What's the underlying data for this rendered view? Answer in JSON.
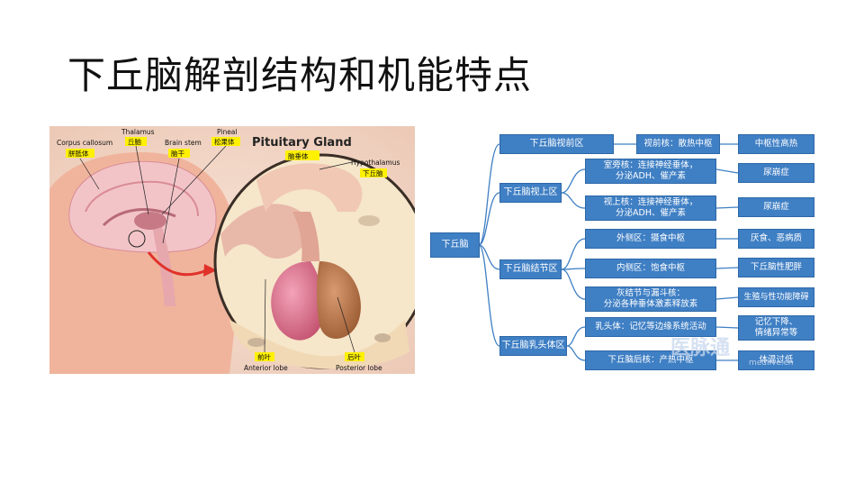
{
  "title": "下丘脑解剖结构和机能特点",
  "figure": {
    "heading": "Pituitary Gland",
    "heading_cn": "脑垂体",
    "labels": [
      {
        "en": "Corpus callosum",
        "cn": "胼胝体"
      },
      {
        "en": "Thalamus",
        "cn": "丘脑"
      },
      {
        "en": "Brain stem",
        "cn": "脑干"
      },
      {
        "en": "Pineal",
        "cn": "松果体"
      },
      {
        "en": "Hypothalamus",
        "cn": "下丘脑"
      },
      {
        "en": "Anterior lobe",
        "cn": "前叶"
      },
      {
        "en": "Posterior lobe",
        "cn": "后叶"
      }
    ]
  },
  "tree": {
    "root": "下丘脑",
    "regions": [
      "下丘脑视前区",
      "下丘脑视上区",
      "下丘脑结节区",
      "下丘脑乳头体区"
    ],
    "nuclei": [
      "视前核：散热中枢",
      "室旁核：连接神经垂体，\n分泌ADH、催产素",
      "视上核：连接神经垂体，\n分泌ADH、催产素",
      "外侧区：摄食中枢",
      "内侧区：饱食中枢",
      "灰结节与漏斗核：\n分泌各种垂体激素释放素",
      "乳头体：记忆等边缘系统活动",
      "下丘脑后核：产热中枢"
    ],
    "effects": [
      "中枢性高热",
      "尿崩症",
      "尿崩症",
      "厌食、恶病质",
      "下丘脑性肥胖",
      "生殖与性功能障碍",
      "记忆下降、\n情绪异常等",
      "体温过低"
    ],
    "watermark": "医脉通",
    "watermark_url": "medlive.cn"
  }
}
